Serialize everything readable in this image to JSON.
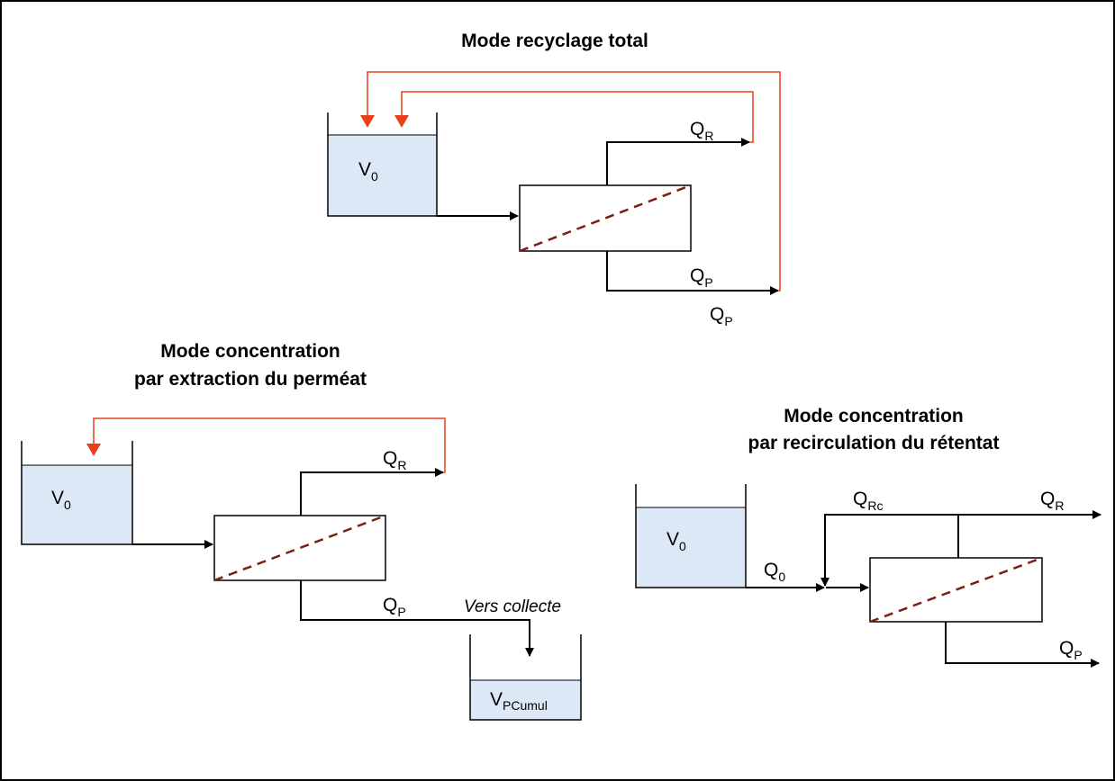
{
  "colors": {
    "liquid": "#dde8f6",
    "recycle_line": "#e8401c",
    "flow_line": "#000000",
    "membrane": "#7b1e16"
  },
  "diagrams": [
    {
      "id": "recyclage-total",
      "title_lines": [
        "Mode recyclage total"
      ],
      "tank_label": {
        "main": "V",
        "sub": "0"
      },
      "labels": [
        {
          "id": "qr",
          "main": "Q",
          "sub": "R"
        },
        {
          "id": "qp",
          "main": "Q",
          "sub": "P"
        },
        {
          "id": "qp2",
          "main": "Q",
          "sub": "P"
        }
      ]
    },
    {
      "id": "extraction-permeat",
      "title_lines": [
        "Mode concentration",
        "par extraction du perméat"
      ],
      "tank_label": {
        "main": "V",
        "sub": "0"
      },
      "labels": [
        {
          "id": "qr",
          "main": "Q",
          "sub": "R"
        },
        {
          "id": "qp",
          "main": "Q",
          "sub": "P"
        }
      ],
      "collect_text": "Vers collecte",
      "collect_tank_label": {
        "main": "V",
        "sub": "PCumul"
      }
    },
    {
      "id": "recirculation-retentat",
      "title_lines": [
        "Mode concentration",
        "par recirculation du rétentat"
      ],
      "tank_label": {
        "main": "V",
        "sub": "0"
      },
      "labels": [
        {
          "id": "qrc",
          "main": "Q",
          "sub": "Rc"
        },
        {
          "id": "qr",
          "main": "Q",
          "sub": "R"
        },
        {
          "id": "q0",
          "main": "Q",
          "sub": "0"
        },
        {
          "id": "qp",
          "main": "Q",
          "sub": "P"
        }
      ]
    }
  ]
}
